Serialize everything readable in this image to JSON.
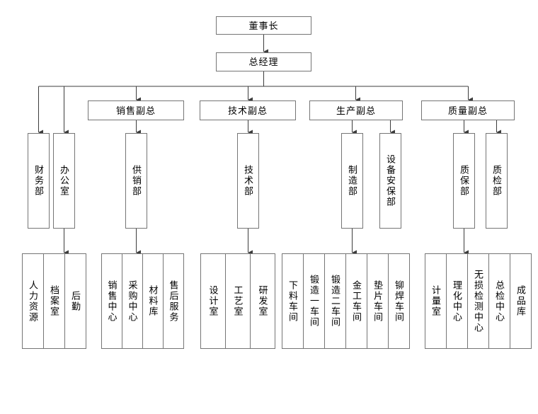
{
  "diagram_type": "organization-chart",
  "colors": {
    "background": "#ffffff",
    "box_border": "#757575",
    "connector": "#3c3c3c",
    "text": "#000000"
  },
  "nodes": {
    "chairman": "董事长",
    "general_manager": "总经理",
    "sales_vp": "销售副总",
    "tech_vp": "技术副总",
    "production_vp": "生产副总",
    "quality_vp": "质量副总",
    "finance_dept": "财务部",
    "office": "办公室",
    "supply_sales_dept": "供销部",
    "tech_dept": "技术部",
    "manufacturing_dept": "制造部",
    "equipment_security_dept": "设备安保部",
    "qa_dept": "质保部",
    "qc_dept": "质检部",
    "hr": "人力资源",
    "archives_room": "档案室",
    "logistics": "后勤",
    "sales_center": "销售中心",
    "purchasing_center": "采购中心",
    "materials_warehouse": "材料库",
    "after_sales_service": "售后服务",
    "design_room": "设计室",
    "process_room": "工艺室",
    "rd_room": "研发室",
    "cutting_workshop": "下料车间",
    "forging_workshop_1": "锻造一车间",
    "forging_workshop_2": "锻造二车间",
    "metalwork_workshop": "金工车间",
    "gasket_workshop": "垫片车间",
    "rivet_weld_workshop": "铆焊车间",
    "metrology_room": "计量室",
    "physchem_center": "理化中心",
    "ndt_center": "无损检测中心",
    "final_inspection_center": "总检中心",
    "finished_goods_warehouse": "成品库"
  },
  "hierarchy": [
    {
      "parent": "chairman",
      "children": [
        "general_manager"
      ]
    },
    {
      "parent": "general_manager",
      "children": [
        "finance_dept",
        "office",
        "sales_vp",
        "tech_vp",
        "production_vp",
        "quality_vp"
      ]
    },
    {
      "parent": "office",
      "children": [
        "hr",
        "archives_room",
        "logistics"
      ]
    },
    {
      "parent": "sales_vp",
      "children": [
        "supply_sales_dept"
      ]
    },
    {
      "parent": "supply_sales_dept",
      "children": [
        "sales_center",
        "purchasing_center",
        "materials_warehouse",
        "after_sales_service"
      ]
    },
    {
      "parent": "tech_vp",
      "children": [
        "tech_dept"
      ]
    },
    {
      "parent": "tech_dept",
      "children": [
        "design_room",
        "process_room",
        "rd_room"
      ]
    },
    {
      "parent": "production_vp",
      "children": [
        "manufacturing_dept",
        "equipment_security_dept"
      ]
    },
    {
      "parent": "manufacturing_dept",
      "children": [
        "cutting_workshop",
        "forging_workshop_1",
        "forging_workshop_2",
        "metalwork_workshop",
        "gasket_workshop",
        "rivet_weld_workshop"
      ]
    },
    {
      "parent": "quality_vp",
      "children": [
        "qa_dept",
        "qc_dept"
      ]
    },
    {
      "parent": "qa_dept",
      "children": [
        "metrology_room",
        "physchem_center",
        "ndt_center",
        "final_inspection_center",
        "finished_goods_warehouse"
      ]
    }
  ]
}
